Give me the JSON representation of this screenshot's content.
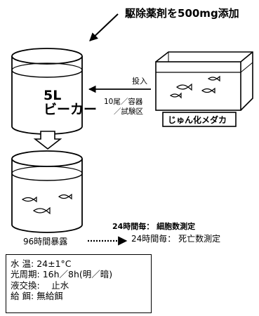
{
  "title": "駆除薬剤を500mg添加",
  "beaker": {
    "line1": "5L",
    "line2": "ビーカー"
  },
  "arrow_add_label": "投入",
  "count_lines": [
    "10尾／容器",
    "／試験区"
  ],
  "acclimation_label": "じゅん化メダカ",
  "exposure_label": "96時間暴露",
  "cell_count_label": "24時間毎：  細胞数測定",
  "death_count_label": "24時間毎：  死亡数測定",
  "conditions": [
    {
      "key": "水 温:",
      "value": "24±1°C"
    },
    {
      "key": "光周期:",
      "value": "16h／8h(明／暗)"
    },
    {
      "key": "液交換:",
      "value": "　止水"
    },
    {
      "key": "給 餌:",
      "value": "無給餌"
    }
  ]
}
